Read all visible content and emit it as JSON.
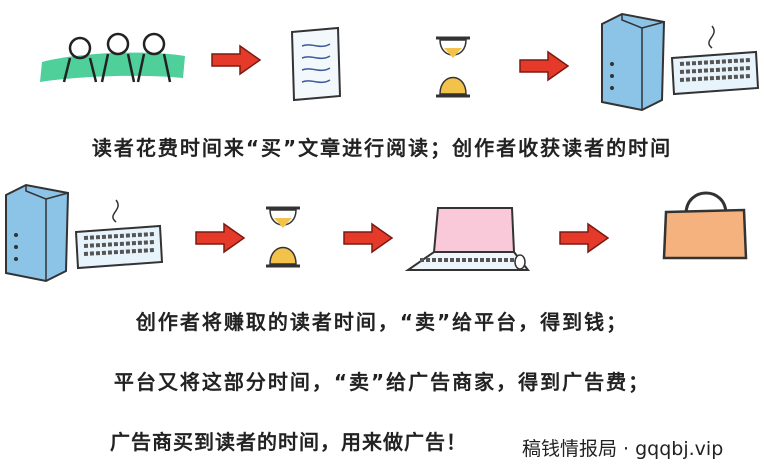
{
  "captions": [
    "读者花费时间来“买”文章进行阅读；创作者收获读者的时间",
    "创作者将赚取的读者时间，“卖”给平台，得到钱；",
    "平台又将这部分时间，“卖”给广告商家，得到广告费；",
    "广告商买到读者的时间，用来做广告！"
  ],
  "watermark": "稿钱情报局 · gqqbj.vip",
  "colors": {
    "arrow": "#e53a2a",
    "green": "#4fcf9a",
    "sand": "#f2c24a",
    "computer": "#8cc4e8",
    "bag": "#f5b27f",
    "screen": "#f9c9d9"
  }
}
